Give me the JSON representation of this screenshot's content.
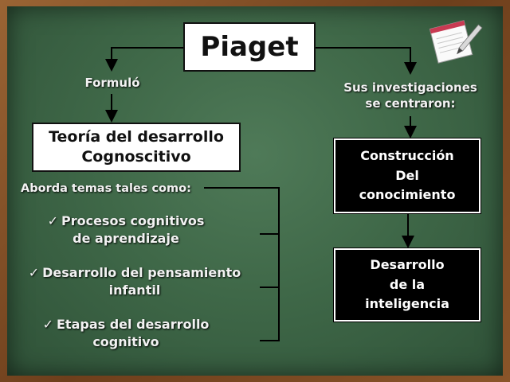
{
  "title": "Piaget",
  "left_connector": "Formuló",
  "theory_box": {
    "line1": "Teoría del desarrollo",
    "line2": "Cognoscitivo"
  },
  "topics_intro": "Aborda temas tales como:",
  "topics": [
    {
      "line1": "Procesos cognitivos",
      "line2": "de aprendizaje"
    },
    {
      "line1": "Desarrollo del pensamiento",
      "line2": "infantil"
    },
    {
      "line1": "Etapas del desarrollo",
      "line2": "cognitivo"
    }
  ],
  "check_mark": "✓",
  "right_connector": {
    "line1": "Sus investigaciones",
    "line2": "se centraron:"
  },
  "construction_box": {
    "line1": "Construcción",
    "line2": "Del",
    "line3": "conocimiento"
  },
  "intelligence_box": {
    "line1": "Desarrollo",
    "line2": "de la",
    "line3": "inteligencia"
  },
  "colors": {
    "board": "#3f6848",
    "frame": "#7a4a22",
    "text": "#f2f2f2"
  },
  "icons": [
    "notepad-pencil-icon"
  ]
}
